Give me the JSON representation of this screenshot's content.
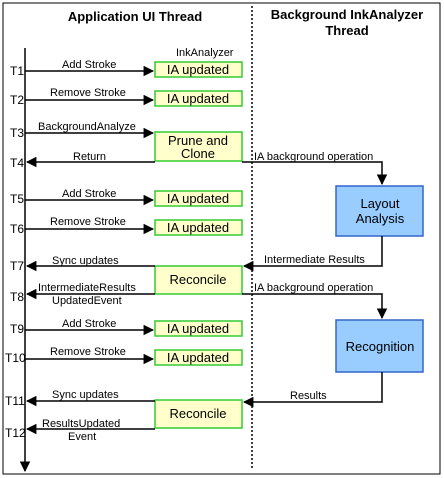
{
  "colors": {
    "yellow_box": "#ffffcc",
    "yellow_border": "#33cc33",
    "blue_box": "#99ccff",
    "blue_border": "#3366cc",
    "line": "#000000"
  },
  "headers": {
    "left": "Application UI Thread",
    "right_line1": "Background InkAnalyzer",
    "right_line2": "Thread"
  },
  "times": [
    "T1",
    "T2",
    "T3",
    "T4",
    "T5",
    "T6",
    "T7",
    "T8",
    "T9",
    "T10",
    "T11",
    "T12"
  ],
  "labels": {
    "inkanalyzer": "InkAnalyzer",
    "add_stroke": "Add Stroke",
    "remove_stroke": "Remove Stroke",
    "background_analyze": "BackgroundAnalyze",
    "return": "Return",
    "ia_background_operation": "IA background operation",
    "sync_updates": "Sync updates",
    "intermediate_results": "Intermediate Results",
    "intermediate_results_evt_1": "IntermediateResults",
    "intermediate_results_evt_2": "UpdatedEvent",
    "results": "Results",
    "results_updated_1": "ResultsUpdated",
    "results_updated_2": "Event"
  },
  "boxes": {
    "ia_updated": "IA updated",
    "prune_line1": "Prune and",
    "prune_line2": "Clone",
    "reconcile": "Reconcile",
    "layout_line1": "Layout",
    "layout_line2": "Analysis",
    "recognition": "Recognition"
  }
}
